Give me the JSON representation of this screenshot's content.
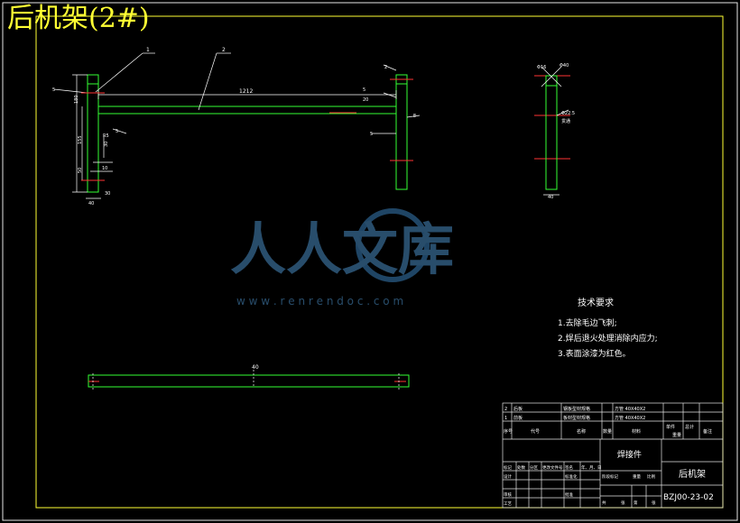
{
  "title": "后机架(2#)",
  "drawing": {
    "labels": {
      "part1": "1",
      "part2": "2",
      "dim_main": "1212",
      "dim_40_bottom": "40",
      "dim_20": "20",
      "dim_180": "180",
      "dim_155": "155",
      "dim_50": "50",
      "dim_10": "10",
      "dim_30a": "30",
      "dim_30b": "30",
      "dim_40_side": "40",
      "dim_r5": "R5",
      "dim_5a": "5",
      "dim_5b": "5",
      "dim_5c": "5",
      "dim_5d": "5",
      "dim_phi16": "Φ16",
      "dim_phi40": "Φ40",
      "dim_40_right": "40",
      "dim_phi22": "Φ22.5",
      "dim_thru": "贯通",
      "dim_e": "E",
      "dim_2": "2"
    }
  },
  "watermark": {
    "brand": "人人文库",
    "url": "w w w . r e n r e n d o c . c o m"
  },
  "tech": {
    "heading": "技术要求",
    "items": [
      "1.去除毛边飞刺;",
      "2.焊后退火处理消除内应力;",
      "3.表面涂漆为红色。"
    ]
  },
  "title_block": {
    "row1": [
      "2",
      "后板",
      "",
      "钢板型材规格",
      "",
      "方管 40X40X2",
      "",
      ""
    ],
    "row2": [
      "1",
      "前板",
      "",
      "板材型材规格",
      "",
      "方管 40X40X2",
      "",
      ""
    ],
    "header": [
      "序号",
      "代号",
      "名称",
      "数量",
      "材料",
      "单件",
      "总计",
      "备注"
    ],
    "header_extra": "重量",
    "part_type": "焊接件",
    "part_name": "后机架",
    "drawing_no": "BZJ00-23-02",
    "left_rows": [
      "标记",
      "处数",
      "分区",
      "更改文件号",
      "签名",
      "年、月、日"
    ],
    "left_labels": [
      "设计",
      "审核",
      "工艺",
      "标准化",
      "批准"
    ],
    "stage": [
      "阶段标记",
      "重量",
      "比例"
    ],
    "sheet": [
      "共",
      "张",
      "第",
      "张"
    ]
  }
}
